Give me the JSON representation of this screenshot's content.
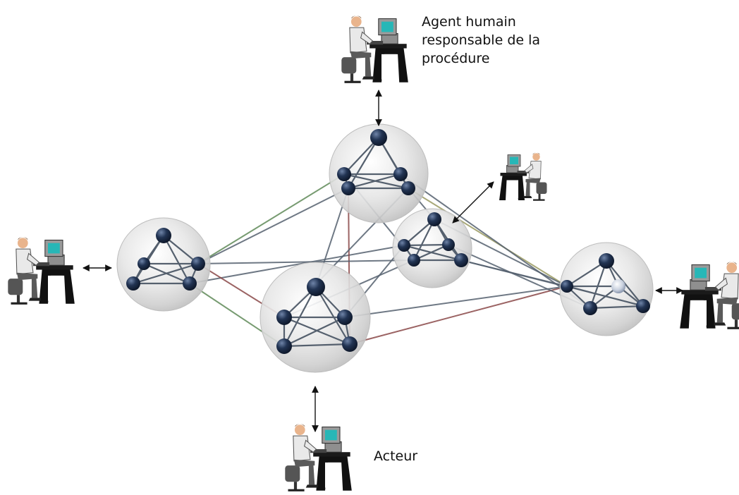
{
  "labels": {
    "responsible_agent": [
      "Agent humain",
      "responsable de la",
      "procédure"
    ],
    "actor": "Acteur"
  },
  "colors": {
    "node": "#1b2a44",
    "node_highlight": "#5f7395",
    "sphere": "#d4d4d4",
    "link_default": "#55606e",
    "link_green": "#5f8a58",
    "link_red": "#8a4848",
    "link_yellow": "#9a9a62",
    "arrow": "#111111"
  },
  "icons": {
    "human_agent": "person-at-computer-icon"
  }
}
